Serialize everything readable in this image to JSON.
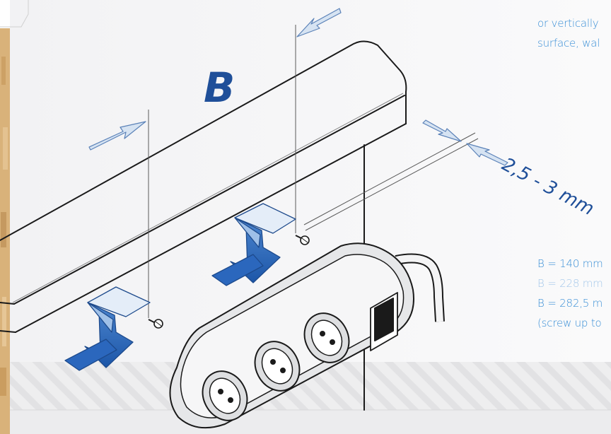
{
  "diagram": {
    "label_b": "B",
    "gap_label": "2,5 - 3 mm",
    "caption_top_line1": "or vertically",
    "caption_top_line2": "surface, wal",
    "spec_lines": [
      "B = 140 mm",
      "B = 228 mm",
      "B = 282,5 m",
      "(screw up to"
    ],
    "colors": {
      "accent_blue": "#3a8fd6",
      "muted_blue": "#a5c8ea",
      "bracket_blue": "#2f6fc0",
      "line_dark": "#1a1a1a",
      "outlet_grey": "#e6e7e9",
      "wood": "#d9b27a"
    }
  }
}
